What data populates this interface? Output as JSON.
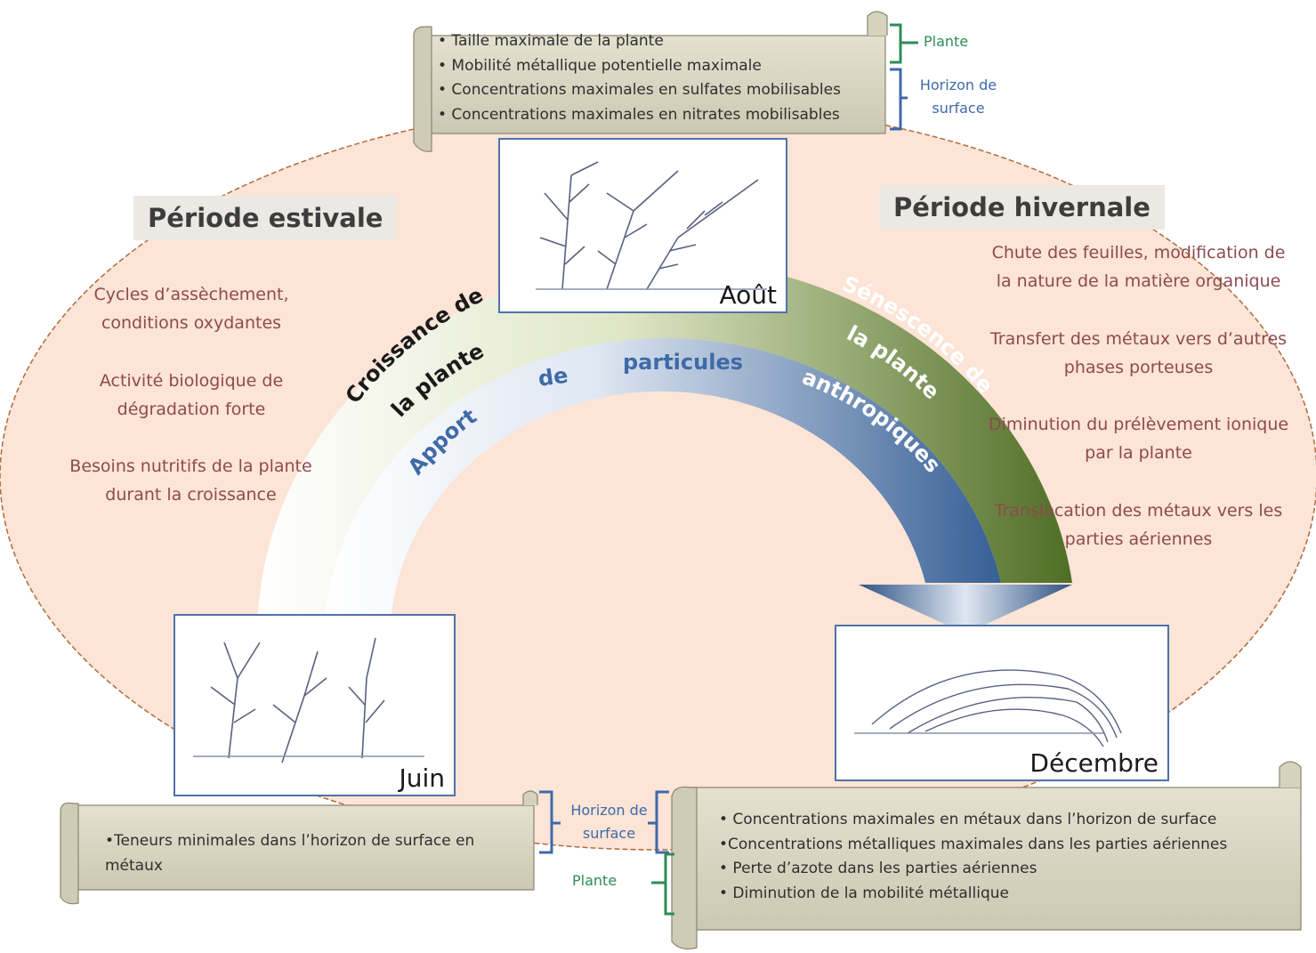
{
  "periods": {
    "summer": "Période estivale",
    "winter": "Période hivernale"
  },
  "summer_notes": [
    [
      "Cycles d’assèchement,",
      "conditions oxydantes"
    ],
    [
      "Activité biologique de",
      "dégradation forte"
    ],
    [
      "Besoins nutritifs de la plante",
      "durant la croissance"
    ]
  ],
  "winter_notes": [
    [
      "Chute des feuilles, modification de",
      "la nature de la matière organique"
    ],
    [
      "Transfert des métaux vers d’autres",
      "phases porteuses"
    ],
    [
      "Diminution du prélèvement ionique",
      "par la plante"
    ],
    [
      "Translocation des métaux vers les",
      "parties aériennes"
    ]
  ],
  "arc_labels": {
    "growth": [
      "Croissance de",
      "la plante"
    ],
    "senescence": [
      "Sénescence de",
      "la plante"
    ],
    "input_words": [
      "Apport",
      "de",
      "particules",
      "anthropiques"
    ]
  },
  "photos": {
    "june": "Juin",
    "august": "Août",
    "december": "Décembre"
  },
  "scroll_top": [
    "• Taille maximale de la plante",
    "• Mobilité métallique potentielle maximale",
    "• Concentrations maximales en sulfates mobilisables",
    "• Concentrations maximales en nitrates mobilisables"
  ],
  "scroll_bottom_left": [
    "•Teneurs minimales dans l’horizon de surface en",
    "métaux"
  ],
  "scroll_bottom_right": [
    "• Concentrations maximales en métaux dans l’horizon de surface",
    "•Concentrations métalliques maximales dans les parties aériennes",
    "• Perte d’azote dans les parties aériennes",
    "• Diminution de la mobilité métallique"
  ],
  "brackets": {
    "plant": "Plante",
    "surface_horizon": [
      "Horizon de",
      "surface"
    ]
  },
  "colors": {
    "ellipse_fill": "#fce4d6",
    "ellipse_border": "#b06a3b",
    "text_red": "#8e4a4f",
    "arc_green": "#5d7c30",
    "arc_blue": "#3f6aa8",
    "scroll_fill": "#d9d6c3",
    "bracket_green": "#2e8b57",
    "bracket_blue": "#3f6aa8"
  }
}
